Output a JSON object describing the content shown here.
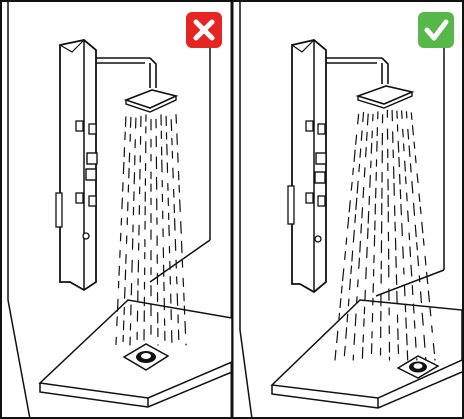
{
  "panels": [
    {
      "id": "wrong",
      "badge": {
        "meaning": "incorrect",
        "icon": "cross-icon",
        "color": "#e52521"
      },
      "drain_position": "center"
    },
    {
      "id": "right",
      "badge": {
        "meaning": "correct",
        "icon": "check-icon",
        "color": "#55b848"
      },
      "drain_position": "corner"
    }
  ],
  "colors": {
    "line": "#111111",
    "background": "#ffffff",
    "divider": "#111111"
  }
}
